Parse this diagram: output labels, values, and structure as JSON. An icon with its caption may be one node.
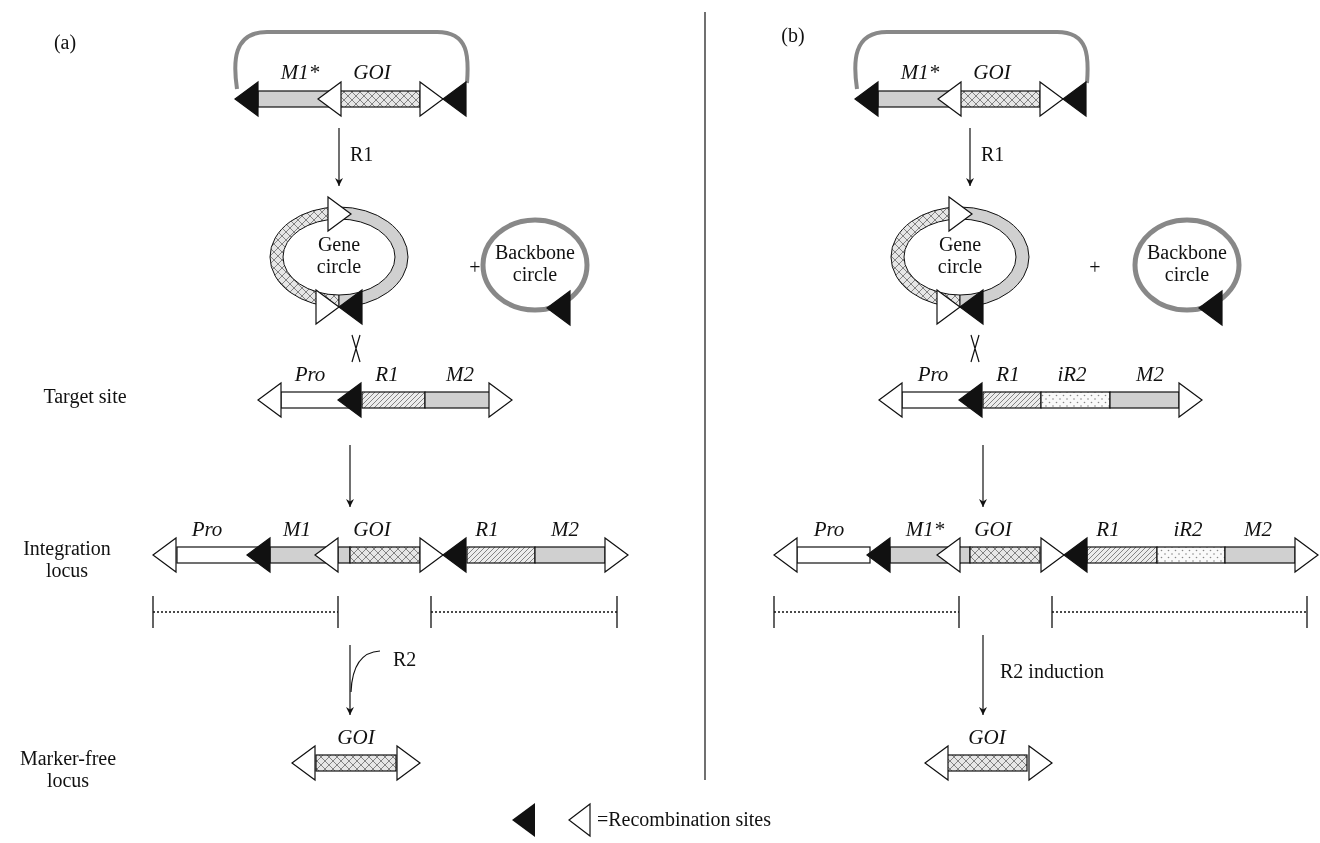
{
  "diagram": {
    "nodes": [
      {
        "text": [
          "M1*",
          "GOI"
        ]
      },
      {
        "text": [
          "Gene circle"
        ]
      },
      {
        "text": [
          "Backbone circle"
        ]
      },
      {
        "text": [
          "Pro",
          "R1",
          "M2"
        ]
      },
      {
        "text": [
          "Pro",
          "M1",
          "GOI",
          "R1",
          "M2"
        ]
      },
      {
        "text": [
          "GOI"
        ]
      },
      {
        "text": [
          "M1*",
          "GOI"
        ]
      },
      {
        "text": [
          "Gene circle"
        ]
      },
      {
        "text": [
          "Backbone circle"
        ]
      },
      {
        "text": [
          "Pro",
          "R1",
          "iR2",
          "M2"
        ]
      },
      {
        "text": [
          "Pro",
          "M1*",
          "GOI",
          "R1",
          "iR2",
          "M2"
        ]
      },
      {
        "text": [
          "GOI"
        ]
      }
    ],
    "edges": [
      {
        "from": 0,
        "to": 1,
        "arrow": "to",
        "label": "R1"
      },
      {
        "from": 1,
        "to": 3,
        "arrow": "none"
      },
      {
        "from": 3,
        "to": 4,
        "arrow": "to"
      },
      {
        "from": 4,
        "to": 5,
        "arrow": "to",
        "label": "R2"
      },
      {
        "from": 6,
        "to": 7,
        "arrow": "to",
        "label": "R1"
      },
      {
        "from": 7,
        "to": 9,
        "arrow": "none"
      },
      {
        "from": 9,
        "to": 10,
        "arrow": "to"
      },
      {
        "from": 10,
        "to": 11,
        "arrow": "to",
        "label": "R2 induction"
      }
    ],
    "labels": [
      "(a)",
      "(b)",
      "+",
      "+",
      "Target site",
      "Integration locus",
      "Marker-free locus"
    ],
    "legend": [
      {
        "text": "=Recombination sites"
      }
    ]
  }
}
